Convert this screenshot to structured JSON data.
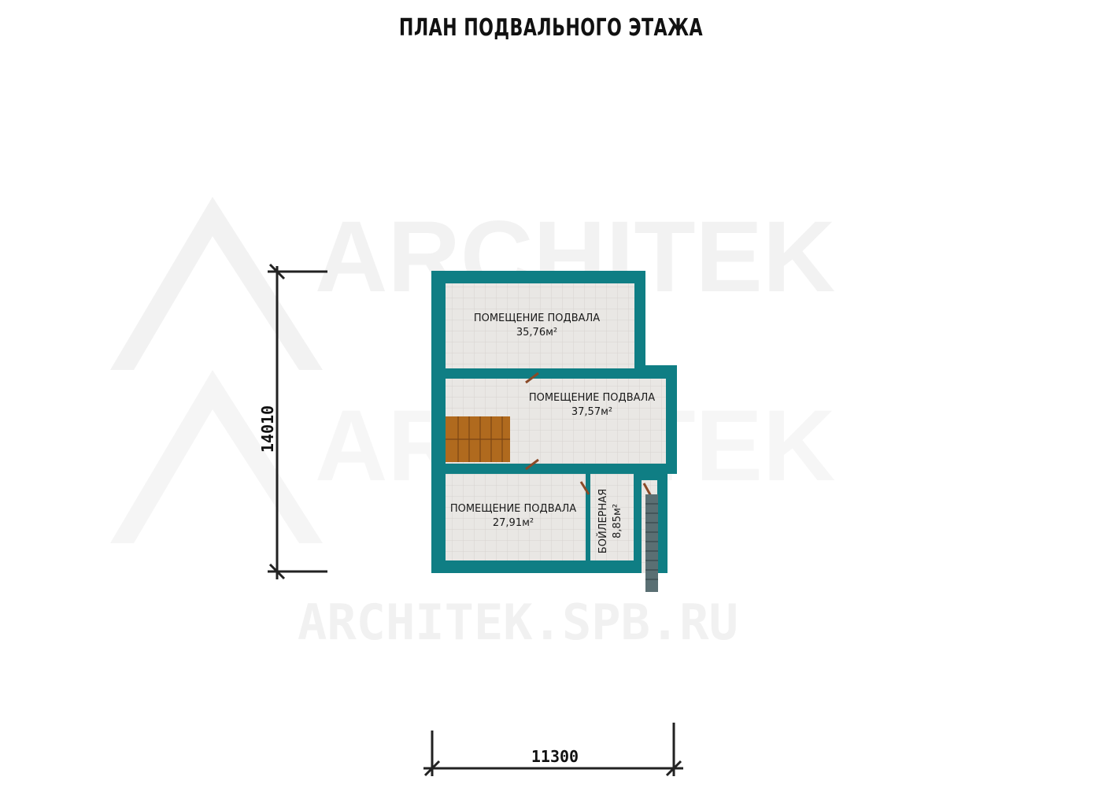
{
  "title": "ПЛАН ПОДВАЛЬНОГО ЭТАЖА",
  "watermark": {
    "brand": "ARCHITEK",
    "url": "ARCHITEK.SPB.RU"
  },
  "rooms": [
    {
      "name": "ПОМЕЩЕНИЕ ПОДВАЛА",
      "area": "35,76м²"
    },
    {
      "name": "ПОМЕЩЕНИЕ ПОДВАЛА",
      "area": "37,57м²"
    },
    {
      "name": "ПОМЕЩЕНИЕ ПОДВАЛА",
      "area": "27,91м²"
    },
    {
      "name": "БОЙЛЕРНАЯ",
      "area": "8,85м²"
    }
  ],
  "dimensions": {
    "height": "14010",
    "width": "11300"
  },
  "colors": {
    "wall": "#0f7e84",
    "floor": "#e8e6e3",
    "stair": "#b06a1e",
    "door": "#8a4a28"
  }
}
